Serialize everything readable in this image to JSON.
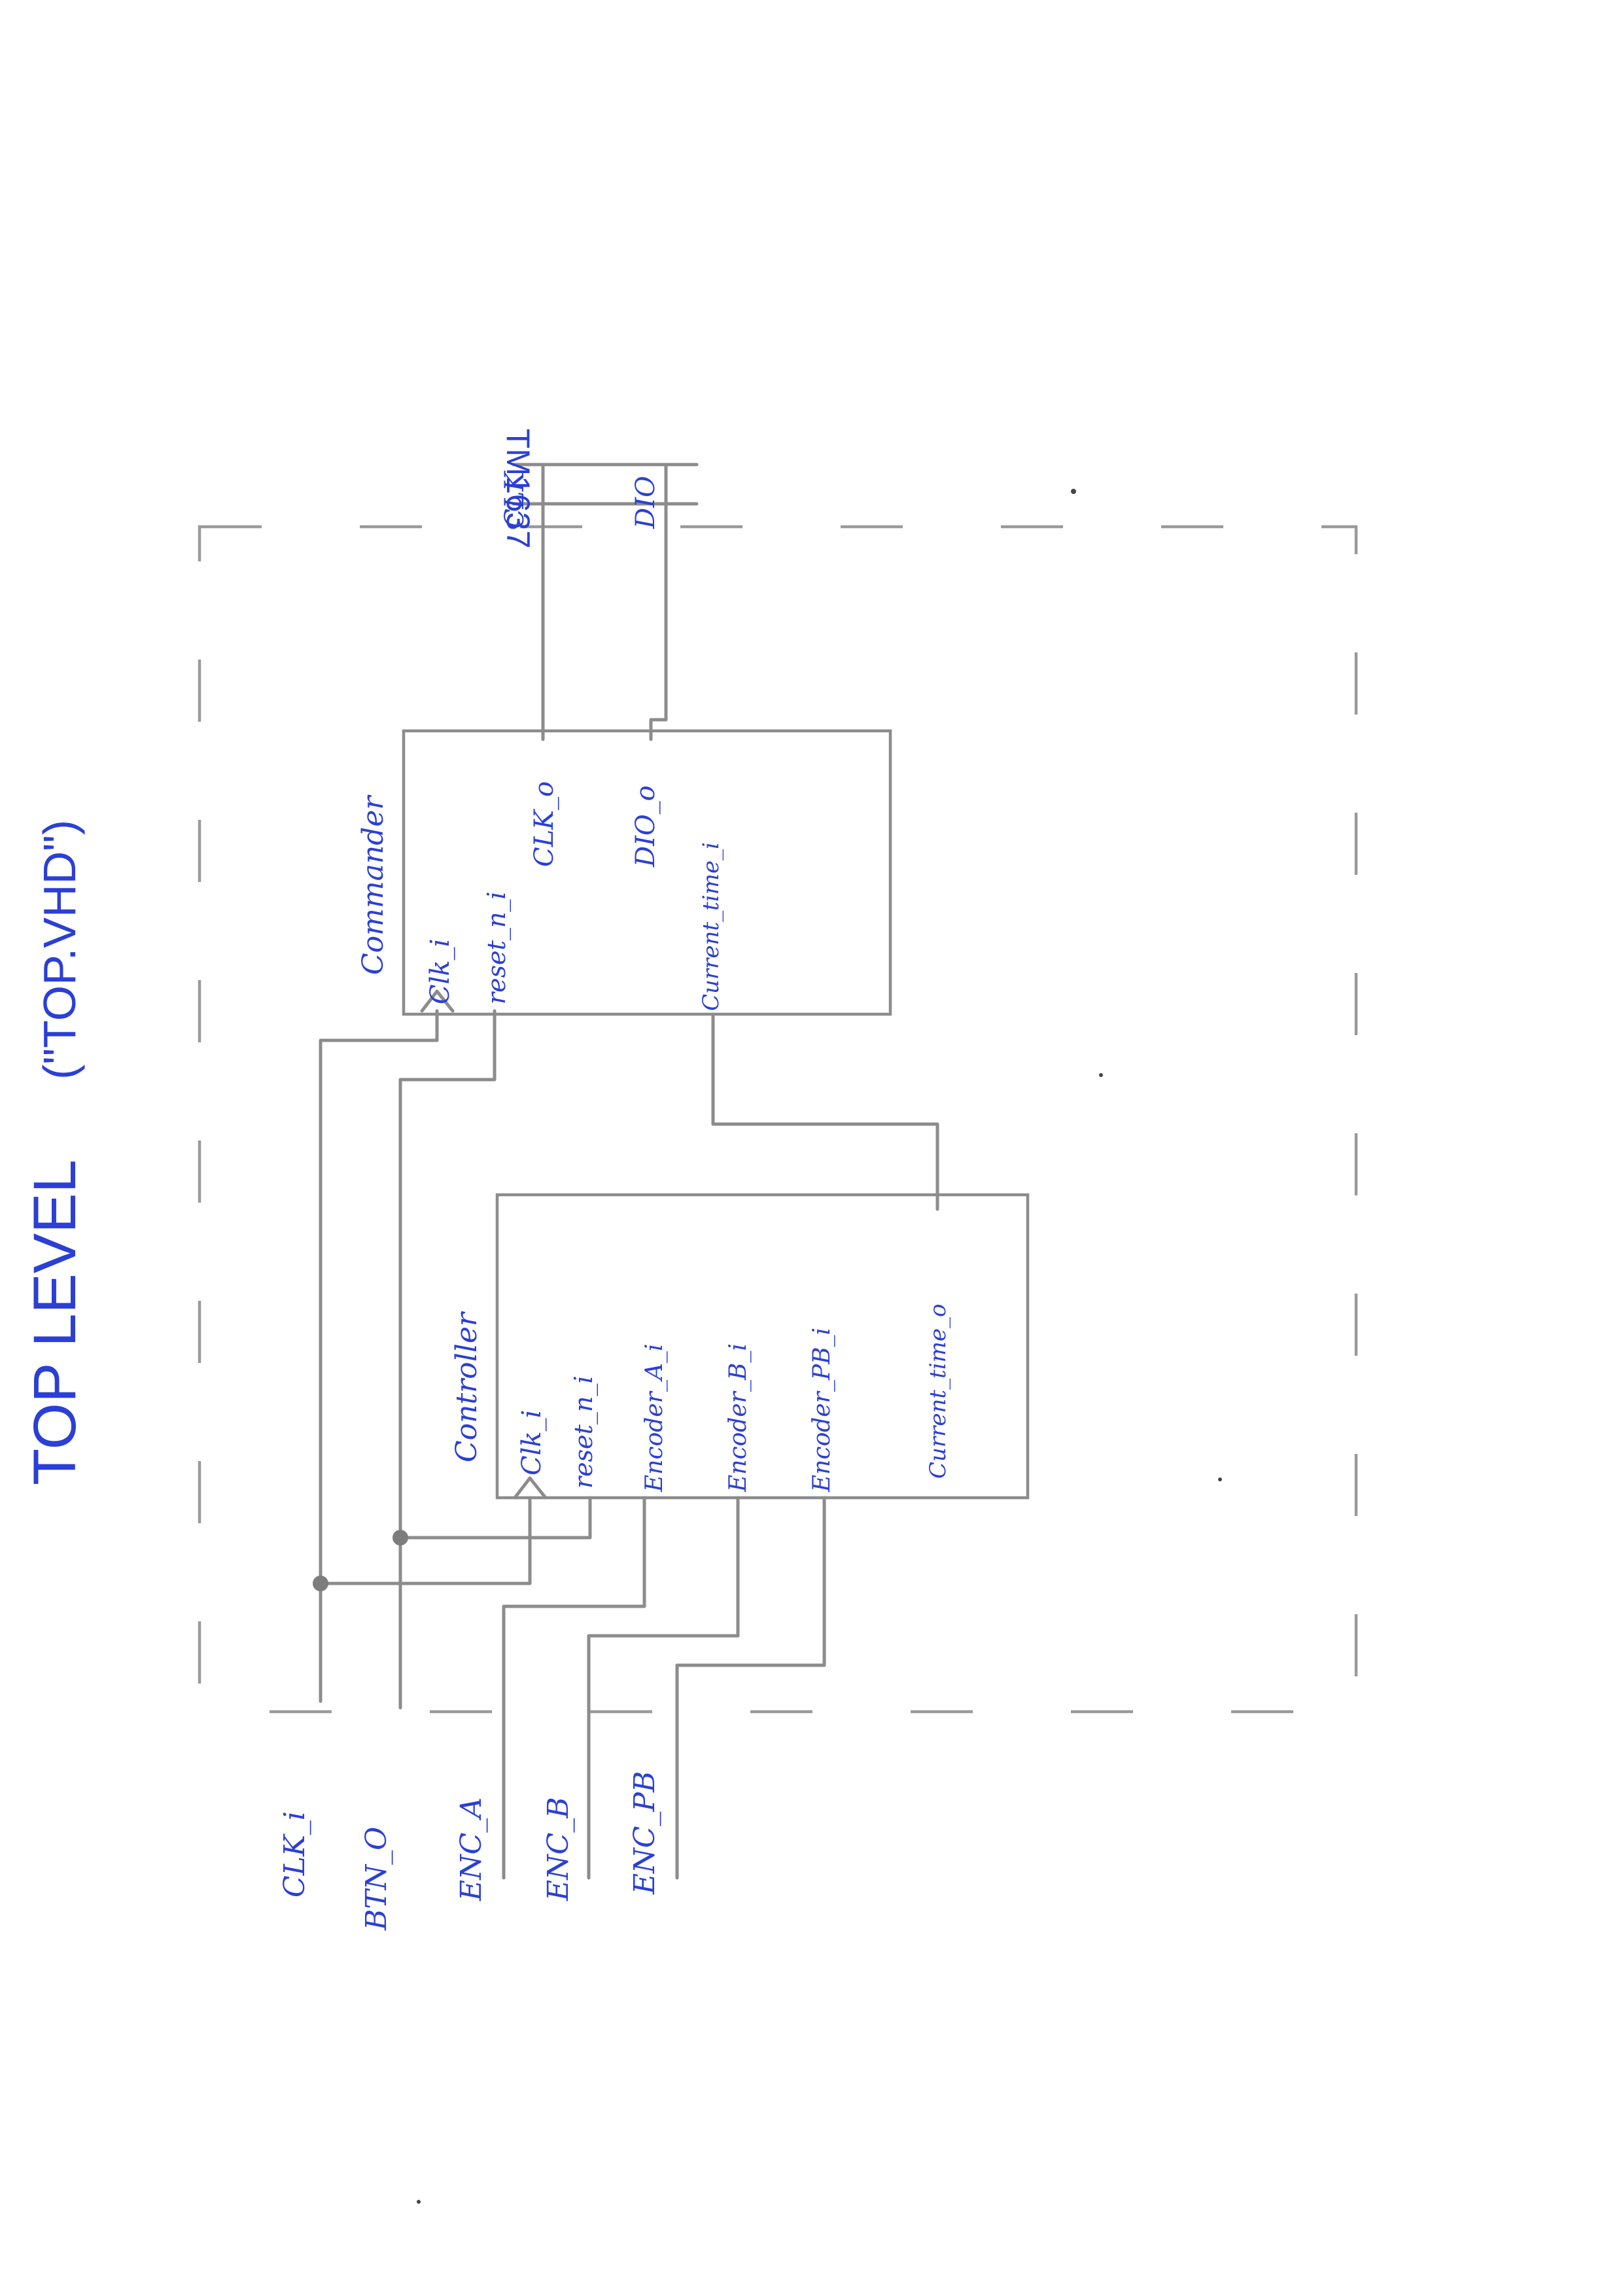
{
  "heading": {
    "title": "TOP LEVEL",
    "file": "(\"TOP.VHD\")"
  },
  "display": {
    "name": "TM1637",
    "pin_clk": "CLK",
    "pin_dio": "DIO"
  },
  "commander": {
    "name": "Commander",
    "clk": "Clk_i",
    "reset": "reset_n_i",
    "clk_out": "CLK_o",
    "dio_out": "DIO_o",
    "time": "Current_time_i"
  },
  "controller": {
    "name": "Controller",
    "clk": "Clk_i",
    "reset": "reset_n_i",
    "enc_a": "Encoder_A_i",
    "enc_b": "Encoder_B_i",
    "enc_pb": "Encoder_PB_i",
    "time": "Current_time_o"
  },
  "ports": {
    "clk": "CLK_i",
    "btn": "BTN_O",
    "enc_a": "ENC_A",
    "enc_b": "ENC_B",
    "enc_pb": "ENC_PB"
  },
  "colors": {
    "ink": "#2b3fd6",
    "pencil": "#8c8c8c"
  }
}
